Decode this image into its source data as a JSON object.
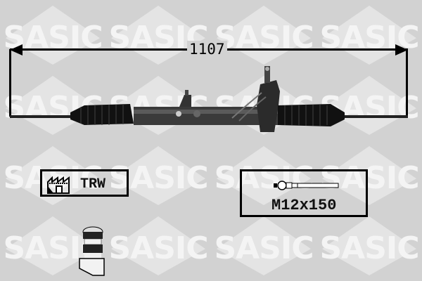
{
  "brand": {
    "watermark": "SASIC"
  },
  "dimension": {
    "length_label": "1107"
  },
  "manufacturer": {
    "icon": "factory-icon",
    "name": "TRW"
  },
  "thread": {
    "icon": "tie-rod-icon",
    "spec": "M12x150"
  },
  "product": {
    "type": "steering-rack",
    "accessory_icon": "reservoir-cap-icon"
  },
  "colors": {
    "background": "#d2d2d2",
    "watermark": "#e8e8e8",
    "line": "#000000"
  }
}
